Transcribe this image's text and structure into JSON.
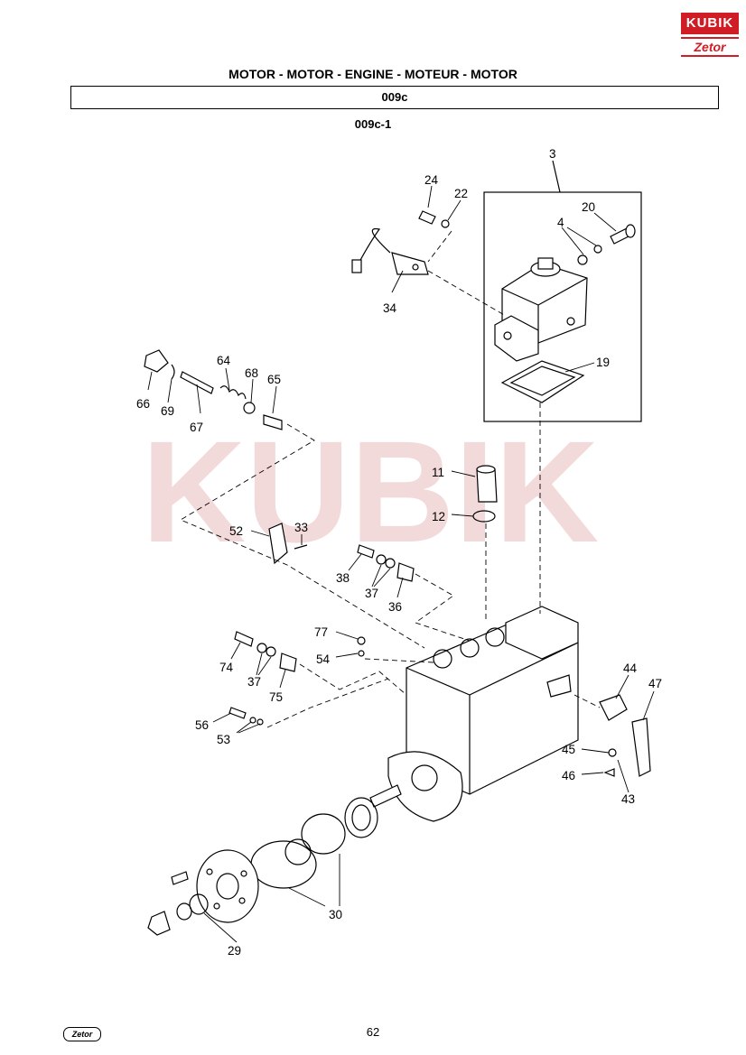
{
  "brand": {
    "logo_top": "KUBIK",
    "logo_bottom": "Zetor"
  },
  "header": {
    "title": "MOTOR - MOTOR - ENGINE - MOTEUR - MOTOR",
    "section": "009c",
    "figure": "009c-1"
  },
  "watermark": {
    "text": "KUBIK"
  },
  "callouts": [
    "3",
    "24",
    "22",
    "20",
    "4",
    "34",
    "19",
    "66",
    "69",
    "64",
    "67",
    "68",
    "65",
    "11",
    "12",
    "52",
    "33",
    "38",
    "37",
    "36",
    "77",
    "54",
    "74",
    "37",
    "75",
    "56",
    "53",
    "44",
    "47",
    "45",
    "46",
    "43",
    "30",
    "29"
  ],
  "footer": {
    "page": "62",
    "logo": "Zetor"
  },
  "colors": {
    "ink": "#000000",
    "brand_red": "#d01c24",
    "watermark": "#f3dada"
  }
}
